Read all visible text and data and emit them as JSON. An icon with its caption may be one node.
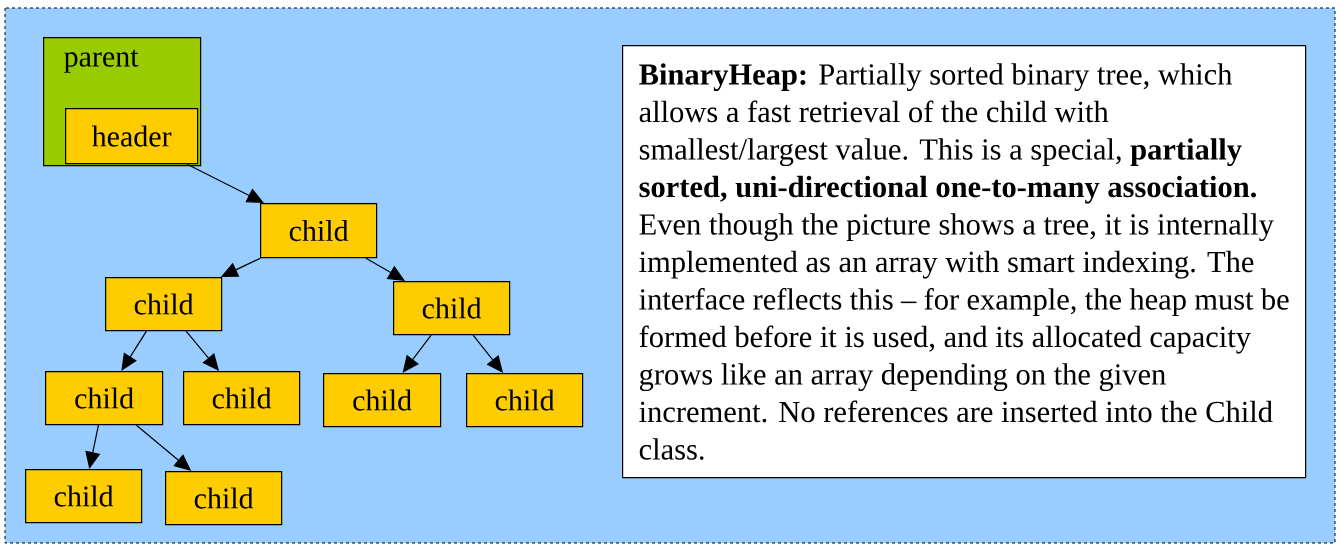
{
  "diagram": {
    "nodes": [
      {
        "text": [
          "parent"
        ]
      },
      {
        "text": [
          "header"
        ],
        "in": 0
      },
      {
        "text": [
          "child"
        ]
      },
      {
        "text": [
          "child"
        ]
      },
      {
        "text": [
          "child"
        ]
      },
      {
        "text": [
          "child"
        ]
      },
      {
        "text": [
          "child"
        ]
      },
      {
        "text": [
          "child"
        ]
      },
      {
        "text": [
          "child"
        ]
      },
      {
        "text": [
          "child"
        ]
      },
      {
        "text": [
          "child"
        ]
      },
      {
        "text": [
          "**BinaryHeap:** Partially sorted binary tree, which allows a fast retrieval of the child with smallest/largest value. This is a special, **partially sorted, uni-directional one-to-many association.** Even though the picture shows a tree, it is internally implemented as an array with smart indexing. The interface reflects this – for example, the heap must be formed before it is used, and its allocated capacity grows like an array depending on the given increment. No references are inserted into the Child class."
        ]
      }
    ],
    "edges": [
      {
        "from": 1,
        "to": 2,
        "arrow": "to"
      },
      {
        "from": 2,
        "to": 3,
        "arrow": "to"
      },
      {
        "from": 2,
        "to": 4,
        "arrow": "to"
      },
      {
        "from": 3,
        "to": 5,
        "arrow": "to"
      },
      {
        "from": 3,
        "to": 6,
        "arrow": "to"
      },
      {
        "from": 4,
        "to": 7,
        "arrow": "to"
      },
      {
        "from": 4,
        "to": 8,
        "arrow": "to"
      },
      {
        "from": 5,
        "to": 9,
        "arrow": "to"
      },
      {
        "from": 5,
        "to": 10,
        "arrow": "to"
      }
    ]
  }
}
